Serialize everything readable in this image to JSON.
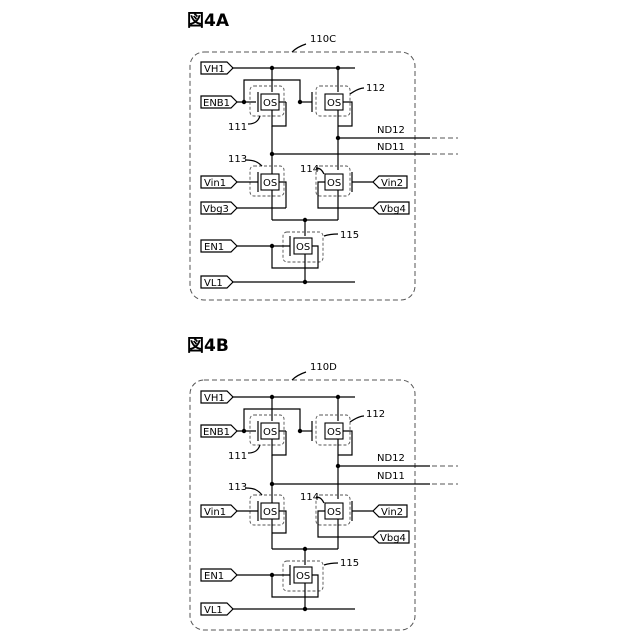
{
  "figures": [
    {
      "title": "図4A",
      "circuit_label": "110C",
      "inputs": {
        "vh": "VH1",
        "enb": "ENB1",
        "vin1": "Vin1",
        "vbg_left": "Vbg3",
        "en": "EN1",
        "vl": "VL1"
      },
      "outputs": {
        "vin2": "Vin2",
        "vbg_right": "Vbg4"
      },
      "nodes": {
        "nd12": "ND12",
        "nd11": "ND11"
      },
      "transistors": {
        "t111": "111",
        "t112": "112",
        "t113": "113",
        "t114": "114",
        "t115": "115"
      },
      "os_label": "OS"
    },
    {
      "title": "図4B",
      "circuit_label": "110D",
      "inputs": {
        "vh": "VH1",
        "enb": "ENB1",
        "vin1": "Vin1",
        "en": "EN1",
        "vl": "VL1"
      },
      "outputs": {
        "vin2": "Vin2",
        "vbg_right": "Vbg4"
      },
      "nodes": {
        "nd12": "ND12",
        "nd11": "ND11"
      },
      "transistors": {
        "t111": "111",
        "t112": "112",
        "t113": "113",
        "t114": "114",
        "t115": "115"
      },
      "os_label": "OS"
    }
  ]
}
